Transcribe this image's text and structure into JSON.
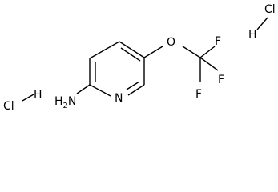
{
  "molecule": {
    "atoms": {
      "n_ring": "N",
      "amine": "H2N",
      "oxygen": "O",
      "f1": "F",
      "f2": "F",
      "f3": "F"
    },
    "hcl_left": {
      "cl": "Cl",
      "h": "H"
    },
    "hcl_right": {
      "cl": "Cl",
      "h": "H"
    }
  }
}
